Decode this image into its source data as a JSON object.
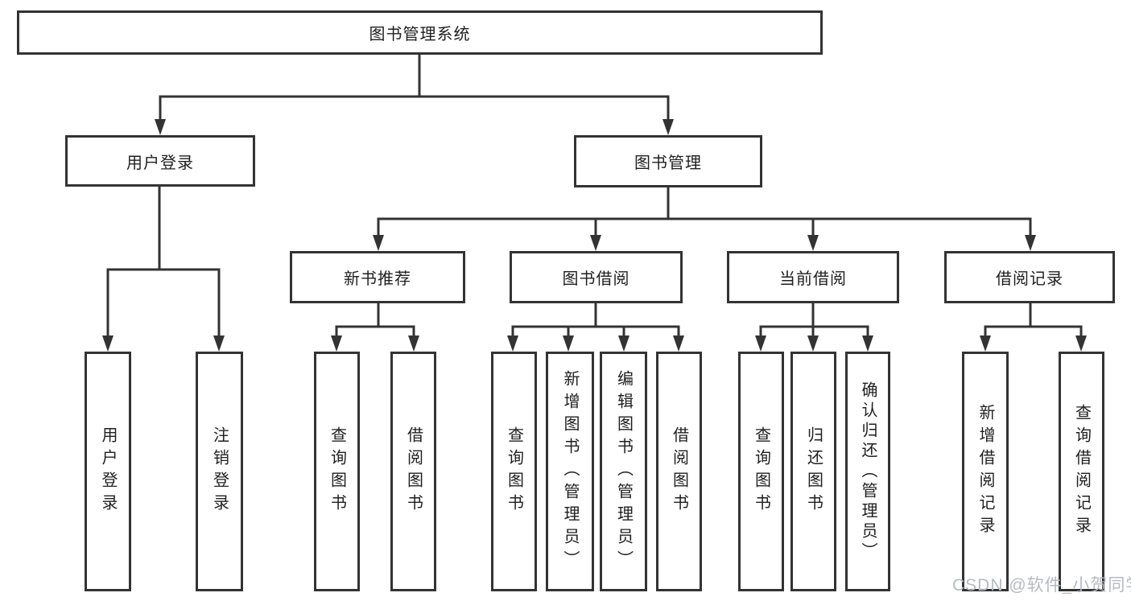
{
  "diagram": {
    "root": {
      "label": "图书管理系统"
    },
    "level2": {
      "user_login": {
        "label": "用户登录"
      },
      "book_management": {
        "label": "图书管理"
      }
    },
    "level3": {
      "new_book_recommend": {
        "label": "新书推荐"
      },
      "book_borrowing": {
        "label": "图书借阅"
      },
      "current_borrowing": {
        "label": "当前借阅"
      },
      "borrowing_records": {
        "label": "借阅记录"
      }
    },
    "leaves": {
      "user_login_leaf": {
        "label": "用户登录"
      },
      "logout": {
        "label": "注销登录"
      },
      "recommend_query_books": {
        "label": "查询图书"
      },
      "recommend_borrow_books": {
        "label": "借阅图书"
      },
      "borrowing_query_books": {
        "label": "查询图书"
      },
      "borrowing_add_books": {
        "label": "新增图书（管理员）"
      },
      "borrowing_edit_books": {
        "label": "编辑图书（管理员）"
      },
      "borrowing_borrow_books": {
        "label": "借阅图书"
      },
      "current_query_books": {
        "label": "查询图书"
      },
      "current_return_books": {
        "label": "归还图书"
      },
      "current_confirm_return": {
        "label": "确认归还（管理员）"
      },
      "records_add_record": {
        "label": "新增借阅记录"
      },
      "records_query_record": {
        "label": "查询借阅记录"
      }
    },
    "colors": {
      "line": "#333333",
      "box_border": "#333333",
      "text": "#1f1f1f",
      "background": "#ffffff",
      "watermark": "#b7bac1"
    }
  },
  "watermark": {
    "text": "CSDN @软件_小贺同学"
  }
}
